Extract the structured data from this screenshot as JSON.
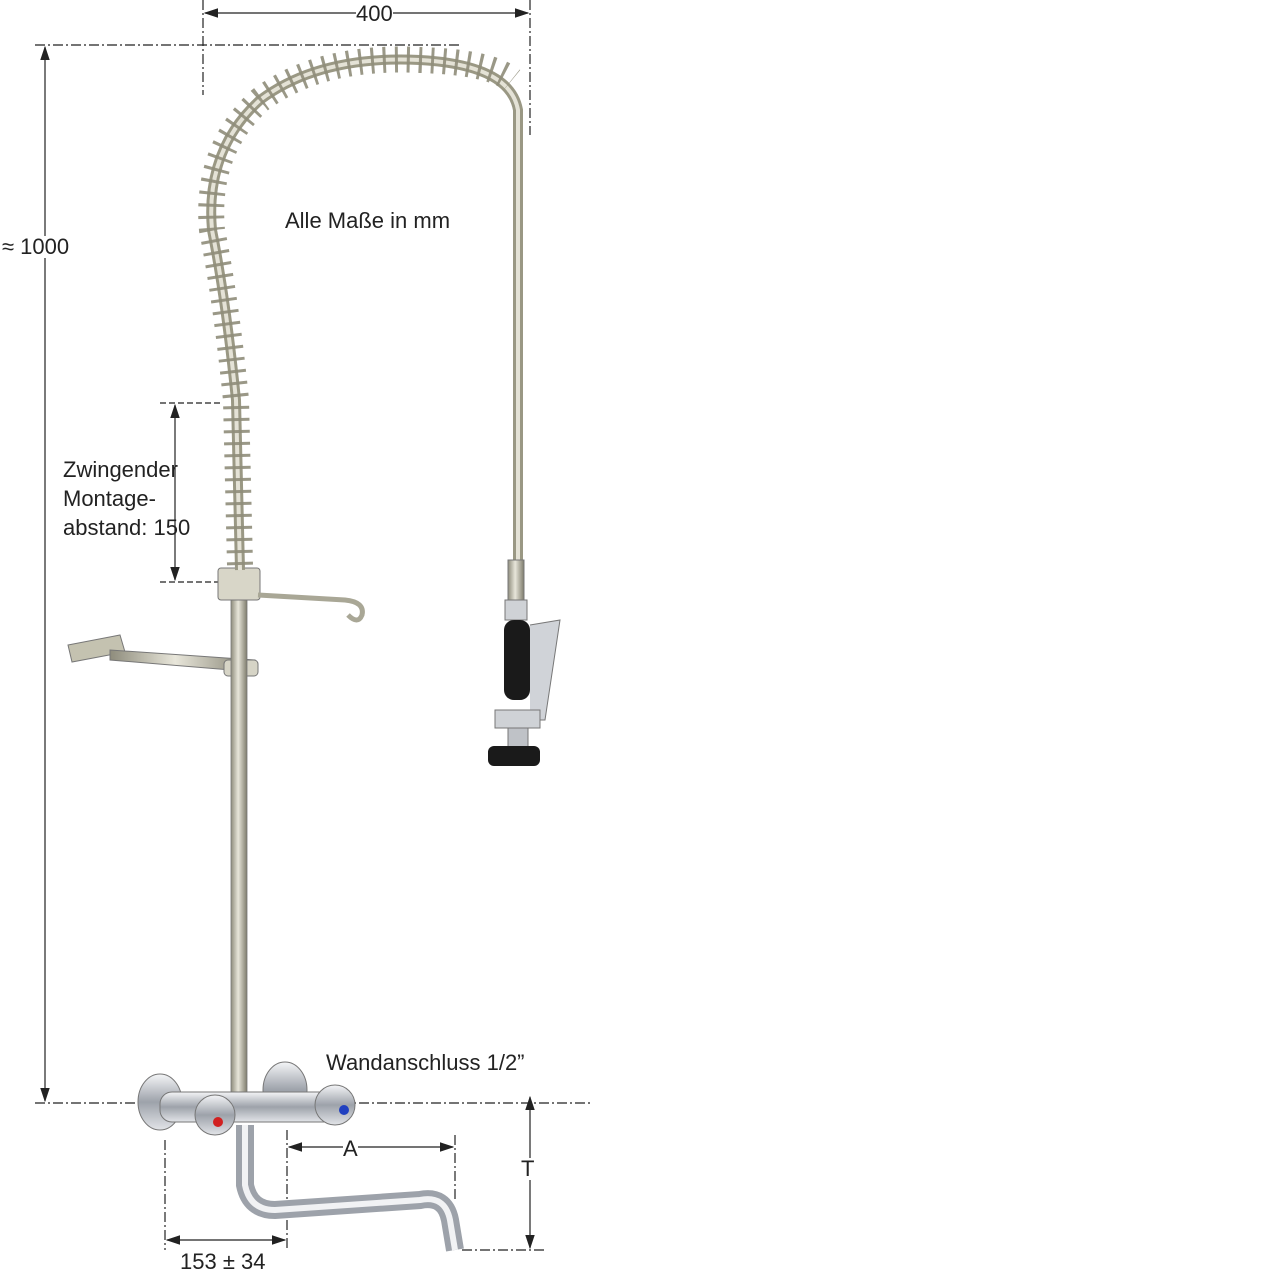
{
  "dimensions": {
    "width_top": "400",
    "height_total": "≈ 1000",
    "mount_label_line1": "Zwingender",
    "mount_label_line2": "Montage-",
    "mount_label_line3": "abstand: 150",
    "dim_A": "A",
    "dim_T": "T",
    "dim_bottom": "153 ± 34"
  },
  "notes": {
    "units": "Alle Maße in mm",
    "connection": "Wandanschluss 1/2”"
  },
  "colors": {
    "line": "#222222",
    "steel": "#b8b6a4",
    "chrome": "#c9ccd2",
    "hot": "#d12020",
    "cold": "#2040c0",
    "grip": "#1a1a1a"
  }
}
